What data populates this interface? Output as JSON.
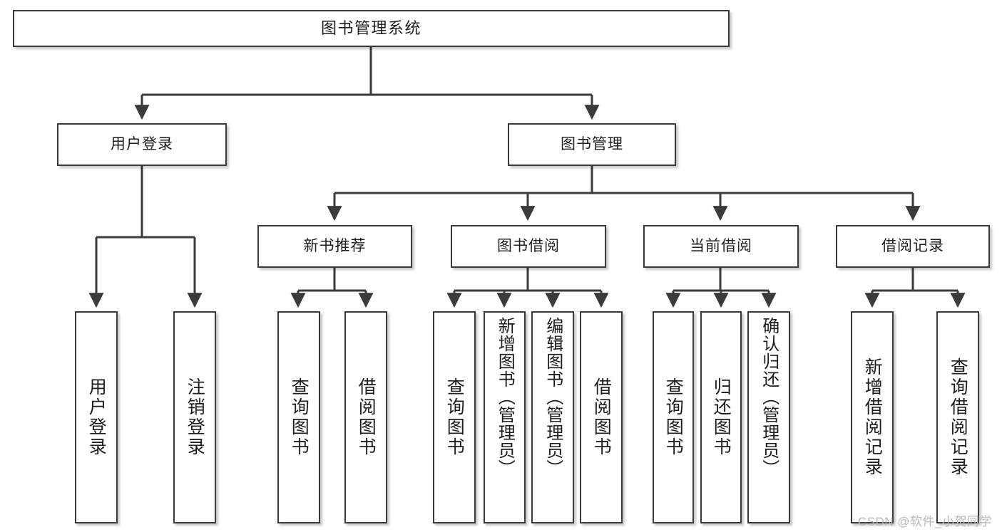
{
  "diagram": {
    "title": "图书管理系统",
    "type": "tree-hierarchy",
    "line_color": "#3b3b3b",
    "box_fill": "#ffffff",
    "background": "#ffffff"
  },
  "root": {
    "label": "图书管理系统"
  },
  "level1": [
    {
      "label": "用户登录"
    },
    {
      "label": "图书管理"
    }
  ],
  "level2": [
    {
      "label": "新书推荐"
    },
    {
      "label": "图书借阅"
    },
    {
      "label": "当前借阅"
    },
    {
      "label": "借阅记录"
    }
  ],
  "leaves": {
    "user_login": [
      {
        "label": "用户登录"
      },
      {
        "label": "注销登录"
      }
    ],
    "new_book_recommend": [
      {
        "label": "查询图书"
      },
      {
        "label": "借阅图书"
      }
    ],
    "book_borrow": [
      {
        "label": "查询图书"
      },
      {
        "label": "新增图书（管理员）"
      },
      {
        "label": "编辑图书（管理员）"
      },
      {
        "label": "借阅图书"
      }
    ],
    "current_borrow": [
      {
        "label": "查询图书"
      },
      {
        "label": "归还图书"
      },
      {
        "label": "确认归还（管理员）"
      }
    ],
    "borrow_record": [
      {
        "label": "新增借阅记录"
      },
      {
        "label": "查询借阅记录"
      }
    ]
  },
  "watermark": {
    "text": "CSDN @软件_小贺同学"
  }
}
